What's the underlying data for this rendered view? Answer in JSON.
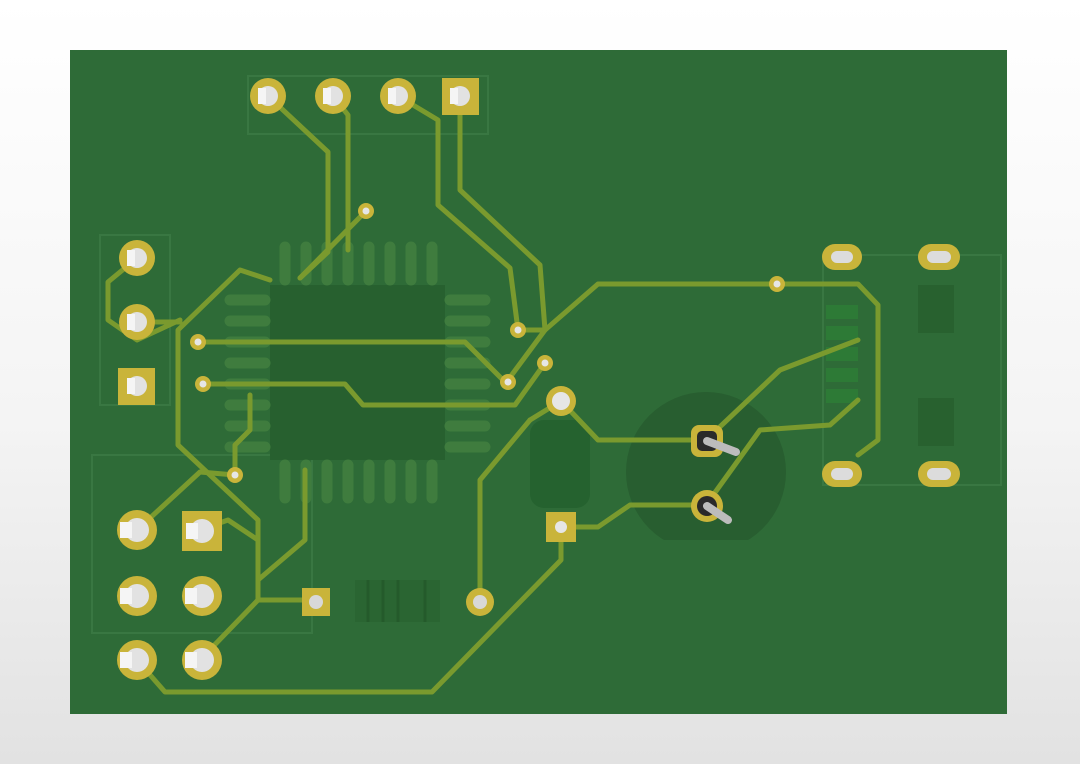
{
  "view": {
    "background_top": "#ffffff",
    "background_bottom": "#e2e2e2"
  },
  "board": {
    "substrate_color": "#2e6b37",
    "trace_color": "#7a9a2e",
    "pad_color": "#c9b43a",
    "drill_color": "#d6d6d6",
    "silk_color": "#3f7f48"
  },
  "components": {
    "header_top": {
      "pins": 4,
      "icon": "pin-header-icon"
    },
    "header_left": {
      "pins": 3,
      "icon": "pin-header-icon"
    },
    "header_isp": {
      "pins": 6,
      "icon": "pin-header-icon"
    },
    "ic_qfp": {
      "pins_per_side": 8,
      "icon": "chip-icon"
    },
    "capacitor_electrolytic": {
      "icon": "capacitor-icon"
    },
    "crystal_radial": {
      "icon": "crystal-icon"
    },
    "resistor": {
      "icon": "resistor-icon"
    },
    "usb_connector": {
      "icon": "usb-connector-icon"
    }
  }
}
